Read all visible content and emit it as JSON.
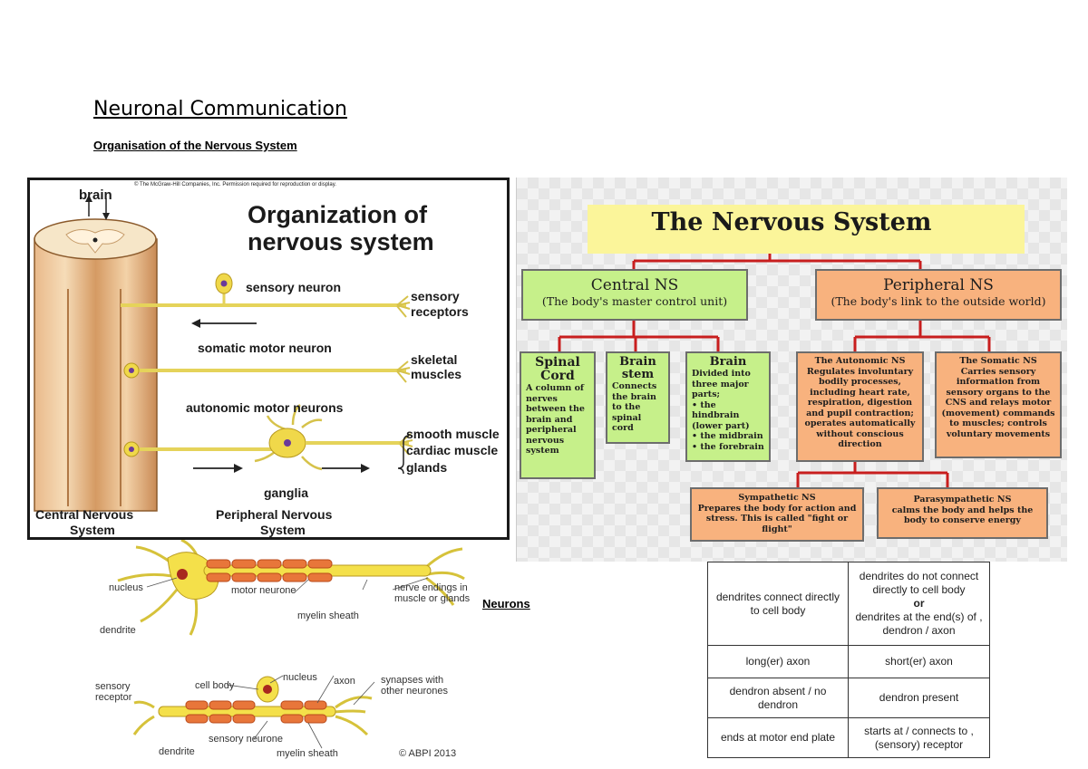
{
  "document": {
    "title": "Neuronal Communication",
    "subtitle": "Organisation of the Nervous System",
    "neurons_label": "Neurons"
  },
  "org_diagram": {
    "copyright": "© The McGraw-Hill Companies, Inc. Permission required for reproduction or display.",
    "title_line1": "Organization of",
    "title_line2": "nervous system",
    "brain": "brain",
    "sensory_neuron": "sensory neuron",
    "sensory_receptors_1": "sensory",
    "sensory_receptors_2": "receptors",
    "somatic_motor_neuron": "somatic motor neuron",
    "skeletal_muscles_1": "skeletal",
    "skeletal_muscles_2": "muscles",
    "autonomic_motor_neurons": "autonomic motor neurons",
    "smooth_muscle": "smooth muscle",
    "cardiac_muscle": "cardiac muscle",
    "glands": "glands",
    "ganglia": "ganglia",
    "cns_1": "Central Nervous",
    "cns_2": "System",
    "pns_1": "Peripheral Nervous",
    "pns_2": "System"
  },
  "ns_diagram": {
    "title": "The Nervous System",
    "central": {
      "name": "Central NS",
      "desc": "(The body's master control unit)"
    },
    "peripheral": {
      "name": "Peripheral NS",
      "desc": "(The body's link to the outside world)"
    },
    "spinal_cord": {
      "name_1": "Spinal",
      "name_2": "Cord",
      "desc": "A column of nerves between the brain and peripheral nervous system"
    },
    "brain_stem": {
      "name_1": "Brain",
      "name_2": "stem",
      "desc": "Connects the brain to the spinal cord"
    },
    "brain": {
      "name": "Brain",
      "desc": "Divided into three major parts;",
      "part1": "• the hindbrain (lower part)",
      "part2": "• the midbrain",
      "part3": "• the forebrain"
    },
    "autonomic": {
      "name": "The Autonomic NS",
      "desc": "Regulates involuntary bodily processes, including heart rate, respiration, digestion and pupil contraction; operates automatically without conscious direction"
    },
    "somatic": {
      "name": "The Somatic NS",
      "desc": "Carries sensory information from sensory organs to the CNS and relays motor (movement) commands to muscles; controls voluntary movements"
    },
    "sympathetic": {
      "name": "Sympathetic NS",
      "desc": "Prepares the body for action and stress. This is called \"fight or flight\""
    },
    "parasympathetic": {
      "name": "Parasympathetic NS",
      "desc": "calms the body and helps the body to conserve energy"
    }
  },
  "neuron_drawings": {
    "nucleus": "nucleus",
    "dendrite": "dendrite",
    "motor_neurone": "motor neurone",
    "myelin_sheath": "myelin sheath",
    "nerve_endings": "nerve endings in muscle or glands",
    "sensory_receptor": "sensory receptor",
    "cell_body": "cell body",
    "nucleus2": "nucleus",
    "axon": "axon",
    "synapses": "synapses with other neurones",
    "dendrite2": "dendrite",
    "sensory_neurone": "sensory neurone",
    "myelin_sheath2": "myelin sheath",
    "copyright": "© ABPI 2013"
  },
  "comparison_table": {
    "rows": [
      {
        "motor": "dendrites connect directly to cell body",
        "sensory_1": "dendrites do not connect directly to cell body",
        "sensory_or": "or",
        "sensory_2": "dendrites at the end(s) of , dendron / axon"
      },
      {
        "motor": "long(er) axon",
        "sensory": "short(er) axon"
      },
      {
        "motor": "dendron absent / no dendron",
        "sensory": "dendron present"
      },
      {
        "motor": "ends at motor end plate",
        "sensory": "starts at / connects to , (sensory) receptor"
      }
    ]
  },
  "colors": {
    "cns_green": "#c6f08a",
    "pns_orange": "#f8b27e",
    "connector_red": "#c81e1e",
    "title_yellow": "#fbf59a",
    "myelin_orange": "#e8763a",
    "axon_yellow": "#f4e04a"
  }
}
